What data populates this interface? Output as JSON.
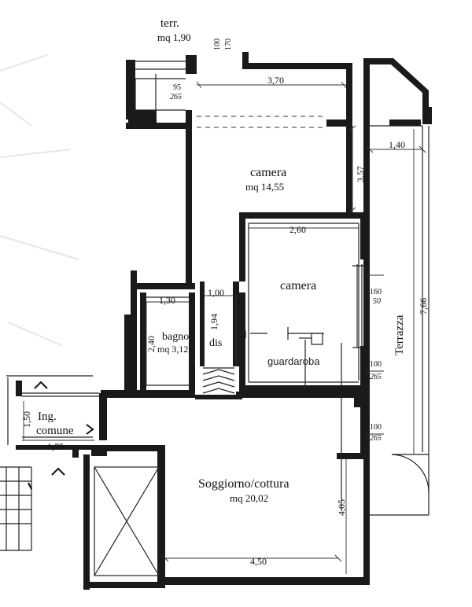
{
  "terrace_top": {
    "name": "terr.",
    "area": "mq 1,90"
  },
  "dims": {
    "d100": "100",
    "d170": "170",
    "d95": "95",
    "d265a": "265",
    "d370": "3,70",
    "d140": "1,40",
    "d357": "3,57",
    "d260": "2,60",
    "d130": "1,30",
    "d100b": "1,00",
    "d194": "1,94",
    "d240": "2,40",
    "d160": "160",
    "d50": "50",
    "d766": "7,66",
    "d100c": "100",
    "d265b": "265",
    "d150": "1,50",
    "d175": "1,75",
    "d100d": "100",
    "d265c": "265",
    "d405": "4,05",
    "d450": "4,50"
  },
  "rooms": {
    "camera1": {
      "name": "camera",
      "area": "mq 14,55"
    },
    "camera2": {
      "name": "camera"
    },
    "bagno": {
      "name": "bagno",
      "area": "mq 3,12"
    },
    "dis": {
      "name": "dis"
    },
    "guardaroba": {
      "name": "guardaroba"
    },
    "terrazza": {
      "name": "Terrazza"
    },
    "ingresso": {
      "line1": "Ing.",
      "line2": "comune"
    },
    "soggiorno": {
      "name": "Soggiorno/cottura",
      "area": "mq 20,02"
    }
  }
}
